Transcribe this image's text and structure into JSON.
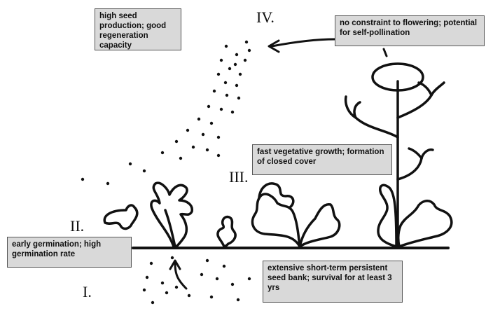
{
  "stages": [
    {
      "numeral": "I.",
      "caption": "extensive short-term persistent seed bank; survival for at least 3 yrs"
    },
    {
      "numeral": "II.",
      "caption": "early germination; high germination rate"
    },
    {
      "numeral": "III.",
      "caption": "fast vegetative growth; formation of closed cover"
    },
    {
      "numeral": "IV.",
      "caption": "no constraint to flowering; potential for self-pollination"
    }
  ],
  "seed_caption": "high seed production; good regeneration capacity",
  "colors": {
    "ink": "#111111",
    "box_fill": "#d9d9d9",
    "box_border": "#555555",
    "background": "#ffffff"
  }
}
